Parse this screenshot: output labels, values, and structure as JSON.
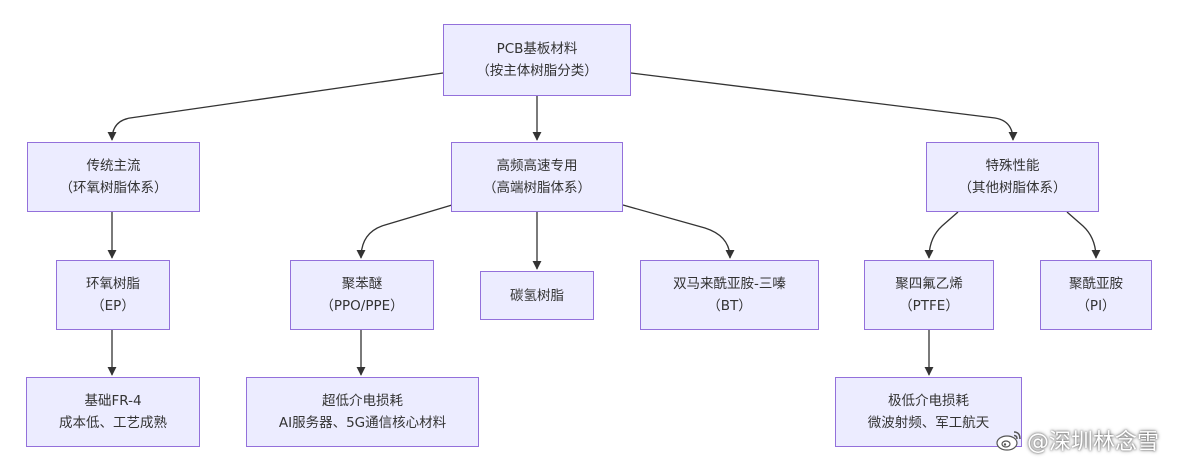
{
  "diagram": {
    "nodes": {
      "root": {
        "line1": "PCB基板材料",
        "line2": "（按主体树脂分类）"
      },
      "traditional": {
        "line1": "传统主流",
        "line2": "（环氧树脂体系）"
      },
      "highspeed": {
        "line1": "高频高速专用",
        "line2": "（高端树脂体系）"
      },
      "special": {
        "line1": "特殊性能",
        "line2": "（其他树脂体系）"
      },
      "epoxy": {
        "line1": "环氧树脂",
        "line2": "（EP）"
      },
      "ppo": {
        "line1": "聚苯醚",
        "line2": "（PPO/PPE）"
      },
      "hydrocarbon": {
        "line1": "碳氢树脂"
      },
      "bt": {
        "line1": "双马来酰亚胺-三嗪",
        "line2": "（BT）"
      },
      "ptfe": {
        "line1": "聚四氟乙烯",
        "line2": "（PTFE）"
      },
      "pi": {
        "line1": "聚酰亚胺",
        "line2": "（PI）"
      },
      "fr4": {
        "line1": "基础FR-4",
        "line2": "成本低、工艺成熟"
      },
      "ultralow": {
        "line1": "超低介电损耗",
        "line2": "AI服务器、5G通信核心材料"
      },
      "extralow": {
        "line1": "极低介电损耗",
        "line2": "微波射频、军工航天"
      }
    },
    "edges": [
      {
        "from": "root",
        "to": "traditional"
      },
      {
        "from": "root",
        "to": "highspeed"
      },
      {
        "from": "root",
        "to": "special"
      },
      {
        "from": "traditional",
        "to": "epoxy"
      },
      {
        "from": "highspeed",
        "to": "ppo"
      },
      {
        "from": "highspeed",
        "to": "hydrocarbon"
      },
      {
        "from": "highspeed",
        "to": "bt"
      },
      {
        "from": "special",
        "to": "ptfe"
      },
      {
        "from": "special",
        "to": "pi"
      },
      {
        "from": "epoxy",
        "to": "fr4"
      },
      {
        "from": "ppo",
        "to": "ultralow"
      },
      {
        "from": "ptfe",
        "to": "extralow"
      }
    ],
    "colors": {
      "node_fill": "#ECECFF",
      "node_border": "#9370DB",
      "edge": "#333333",
      "text": "#333333"
    }
  },
  "watermark": {
    "text": "@深圳林念雪",
    "icon": "weibo-logo-icon"
  }
}
